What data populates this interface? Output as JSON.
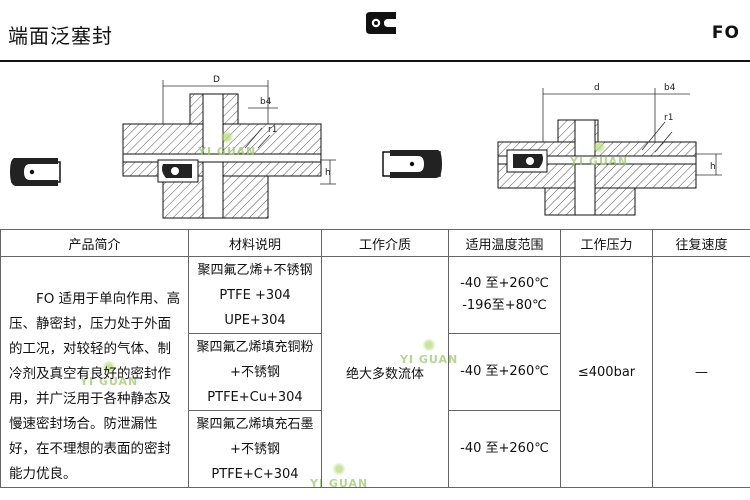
{
  "header": {
    "title": "端面泛塞封",
    "code": "FO",
    "logo_icon": "seal-profile-logo-icon"
  },
  "drawings": {
    "left": {
      "dim_D": "D",
      "dim_b4": "b4",
      "dim_r1": "r1",
      "dim_h": "h"
    },
    "right": {
      "dim_d": "d",
      "dim_b4": "b4",
      "dim_r1": "r1",
      "dim_h": "h"
    }
  },
  "watermark": {
    "text": "YI GUAN"
  },
  "table": {
    "headers": [
      "产品简介",
      "材料说明",
      "工作介质",
      "适用温度范围",
      "工作压力",
      "往复速度"
    ],
    "description": "FO 适用于单向作用、高压、静密封，压力处于外面的工况，对较轻的气体、制冷剂及真空有良好的密封作用，并广泛用于各种静态及慢速密封场合。防泄漏性好，在不理想的表面的密封能力优良。",
    "materials": [
      {
        "name": "聚四氟乙烯+不锈钢",
        "code1": "PTFE +304",
        "code2": "UPE+304"
      },
      {
        "name": "聚四氟乙烯填充铜粉",
        "extra": "+不锈钢",
        "code": "PTFE+Cu+304"
      },
      {
        "name": "聚四氟乙烯填充石墨",
        "extra": "+不锈钢",
        "code": "PTFE+C+304"
      }
    ],
    "medium": "绝大多数流体",
    "temperatures": [
      {
        "line1": "-40 至+260℃",
        "line2": "-196至+80℃"
      },
      {
        "line1": "-40 至+260℃"
      },
      {
        "line1": "-40 至+260℃"
      }
    ],
    "pressure": "≤400bar",
    "speed": "—"
  }
}
